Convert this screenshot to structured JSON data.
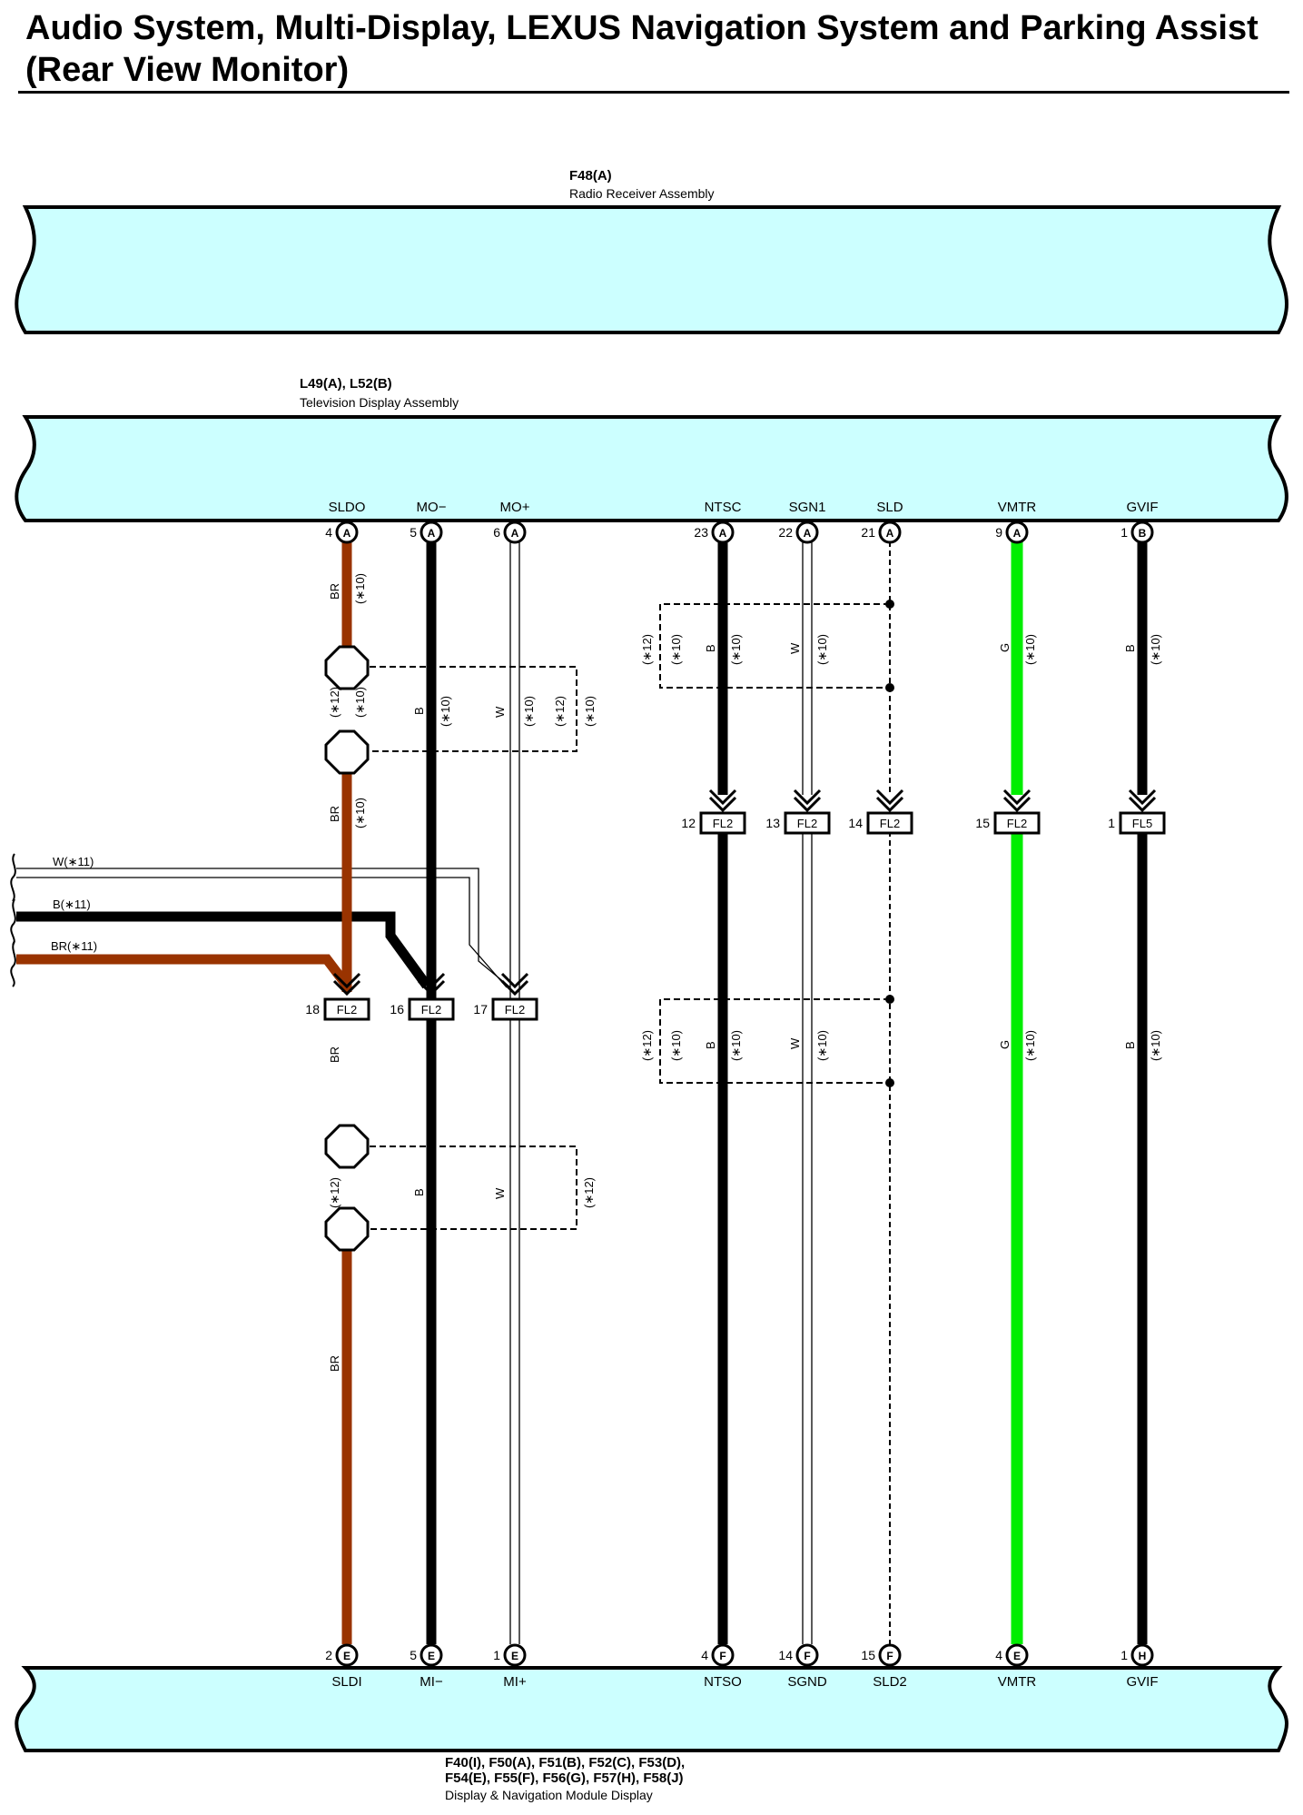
{
  "page": {
    "title": "Audio System, Multi-Display, LEXUS Navigation System and Parking Assist (Rear View Monitor)"
  },
  "components": {
    "radio": {
      "code": "F48(A)",
      "name": "Radio Receiver Assembly"
    },
    "tv": {
      "code": "L49(A), L52(B)",
      "name": "Television Display Assembly"
    },
    "display": {
      "code_line1": "F40(I), F50(A), F51(B), F52(C), F53(D),",
      "code_line2": "F54(E), F55(F), F56(G), F57(H), F58(J)",
      "name": "Display & Navigation Module Display"
    }
  },
  "tv_pins": [
    {
      "signal": "SLDO",
      "pin": "4",
      "conn": "A"
    },
    {
      "signal": "MO−",
      "pin": "5",
      "conn": "A"
    },
    {
      "signal": "MO+",
      "pin": "6",
      "conn": "A"
    },
    {
      "signal": "NTSC",
      "pin": "23",
      "conn": "A"
    },
    {
      "signal": "SGN1",
      "pin": "22",
      "conn": "A"
    },
    {
      "signal": "SLD",
      "pin": "21",
      "conn": "A"
    },
    {
      "signal": "VMTR",
      "pin": "9",
      "conn": "A"
    },
    {
      "signal": "GVIF",
      "pin": "1",
      "conn": "B"
    }
  ],
  "display_pins": [
    {
      "signal": "SLDI",
      "pin": "2",
      "conn": "E"
    },
    {
      "signal": "MI−",
      "pin": "5",
      "conn": "E"
    },
    {
      "signal": "MI+",
      "pin": "1",
      "conn": "E"
    },
    {
      "signal": "NTSO",
      "pin": "4",
      "conn": "F"
    },
    {
      "signal": "SGND",
      "pin": "14",
      "conn": "F"
    },
    {
      "signal": "SLD2",
      "pin": "15",
      "conn": "F"
    },
    {
      "signal": "VMTR",
      "pin": "4",
      "conn": "E"
    },
    {
      "signal": "GVIF",
      "pin": "1",
      "conn": "H"
    }
  ],
  "junctions": [
    {
      "pin": "18",
      "label": "FL2"
    },
    {
      "pin": "16",
      "label": "FL2"
    },
    {
      "pin": "17",
      "label": "FL2"
    },
    {
      "pin": "12",
      "label": "FL2"
    },
    {
      "pin": "13",
      "label": "FL2"
    },
    {
      "pin": "14",
      "label": "FL2"
    },
    {
      "pin": "15",
      "label": "FL2"
    },
    {
      "pin": "1",
      "label": "FL5"
    }
  ],
  "wires": {
    "left_in": [
      "W(∗11)",
      "B(∗11)",
      "BR(∗11)"
    ],
    "labels": {
      "br": "BR",
      "b": "B",
      "w": "W",
      "g": "G",
      "n10": "(∗10)",
      "n12": "(∗12)"
    }
  },
  "colors": {
    "brown": "#993300",
    "green": "#00ee00",
    "black": "#000000",
    "panel": "#ccffff"
  }
}
